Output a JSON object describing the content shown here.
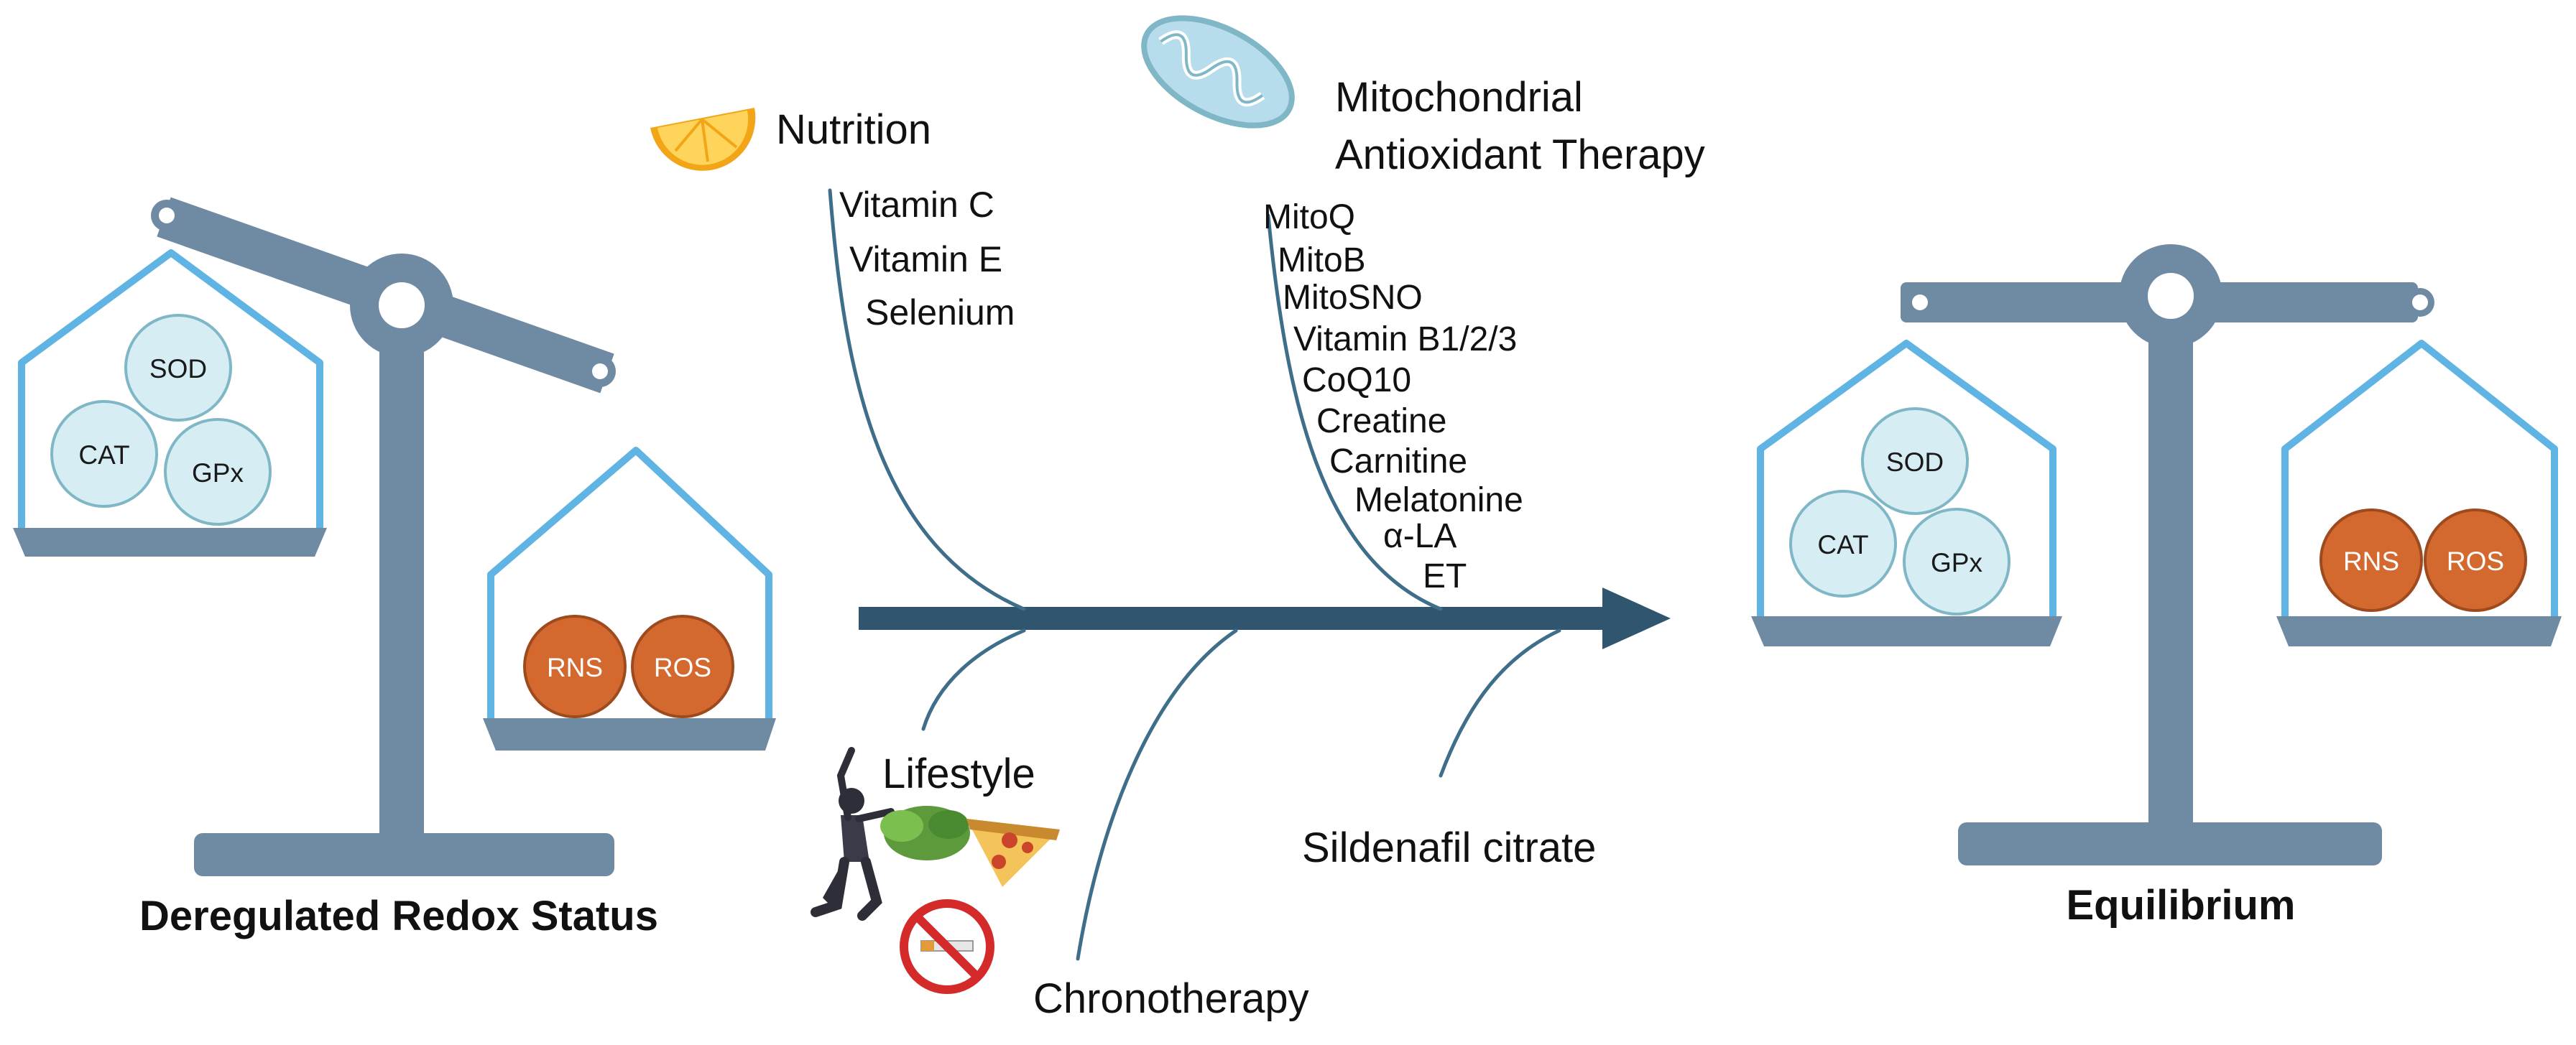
{
  "left_scale": {
    "enzymes": [
      "SOD",
      "CAT",
      "GPx"
    ],
    "species": [
      "RNS",
      "ROS"
    ],
    "caption": "Deregulated Redox Status"
  },
  "right_scale": {
    "enzymes": [
      "SOD",
      "CAT",
      "GPx"
    ],
    "species": [
      "RNS",
      "ROS"
    ],
    "caption": "Equilibrium"
  },
  "branches": {
    "nutrition": {
      "title": "Nutrition",
      "items": [
        "Vitamin C",
        "Vitamin E",
        "Selenium"
      ]
    },
    "mito": {
      "title_line1": "Mitochondrial",
      "title_line2": "Antioxidant Therapy",
      "items": [
        "MitoQ",
        "MitoB",
        "MitoSNO",
        "Vitamin B1/2/3",
        "CoQ10",
        "Creatine",
        "Carnitine",
        "Melatonine",
        "α-LA",
        "ET"
      ]
    },
    "lifestyle": {
      "title": "Lifestyle"
    },
    "chrono": {
      "title": "Chronotherapy"
    },
    "sildenafil": {
      "title": "Sildenafil citrate"
    }
  },
  "colors": {
    "scale_gray": "#6f8aa3",
    "pan_blue": "#5fb4e3",
    "enzyme_fill": "#d6eef3",
    "enzyme_stroke": "#7fb7c6",
    "species_fill": "#d4692f",
    "species_stroke": "#9e4a1f",
    "arrow": "#2f566e",
    "branch": "#3f6e8a"
  },
  "icons": [
    "orange-slice-icon",
    "mitochondrion-icon",
    "exercise-person-icon",
    "food-icon",
    "no-smoking-icon"
  ]
}
